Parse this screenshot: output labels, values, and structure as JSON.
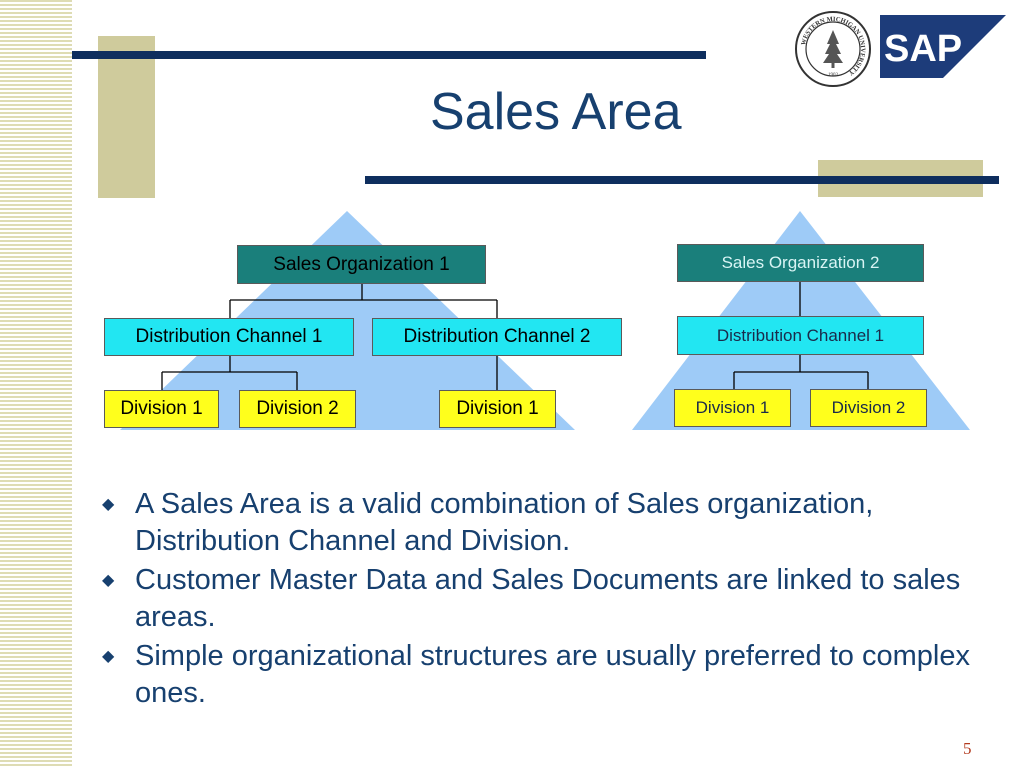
{
  "slide": {
    "title": "Sales Area",
    "page_number": "5"
  },
  "logos": {
    "seal_text": "WESTERN MICHIGAN UNIVERSITY",
    "seal_year": "1903",
    "sap_text": "SAP"
  },
  "diagram_left": {
    "org": "Sales Organization 1",
    "channels": [
      "Distribution Channel 1",
      "Distribution Channel 2"
    ],
    "divisions": [
      "Division 1",
      "Division 2",
      "Division 1"
    ]
  },
  "diagram_right": {
    "org": "Sales Organization 2",
    "channel": "Distribution Channel 1",
    "divisions": [
      "Division 1",
      "Division 2"
    ]
  },
  "bullets": [
    "A Sales Area is a valid combination of Sales organization, Distribution Channel and Division.",
    "Customer Master Data and Sales Documents are linked to sales areas.",
    "Simple organizational structures are usually preferred to complex ones."
  ],
  "bullet_marker": "◆",
  "colors": {
    "title": "#17406f",
    "rule": "#0e2e5e",
    "org": "#1a7f7b",
    "channel": "#22e6f2",
    "division": "#ffff1c",
    "triangle": "#9ecbf7"
  }
}
